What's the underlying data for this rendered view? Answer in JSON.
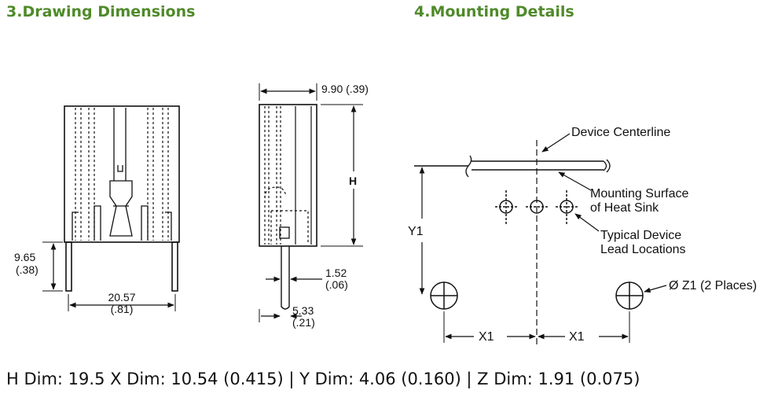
{
  "headings": {
    "drawing": "3.Drawing Dimensions",
    "mounting": "4.Mounting Details"
  },
  "front_view": {
    "lead_height": "9.65",
    "lead_height_in": "(.38)",
    "width": "20.57",
    "width_in": "(.81)"
  },
  "side_view": {
    "depth": "9.90 (.39)",
    "height": "H",
    "lead_thk": "1.52",
    "lead_thk_in": "(.06)",
    "lead_offset": "5.33",
    "lead_offset_in": "(.21)"
  },
  "mounting": {
    "centerline": "Device Centerline",
    "surface_1": "Mounting Surface",
    "surface_2": "of Heat Sink",
    "typical_1": "Typical Device",
    "typical_2": "Lead Locations",
    "y1": "Y1",
    "x1_left": "X1",
    "x1_right": "X1",
    "z1": "Ø Z1 (2 Places)"
  },
  "footer": "H Dim: 19.5 X Dim: 10.54 (0.415) | Y Dim: 4.06 (0.160) | Z Dim: 1.91 (0.075)"
}
